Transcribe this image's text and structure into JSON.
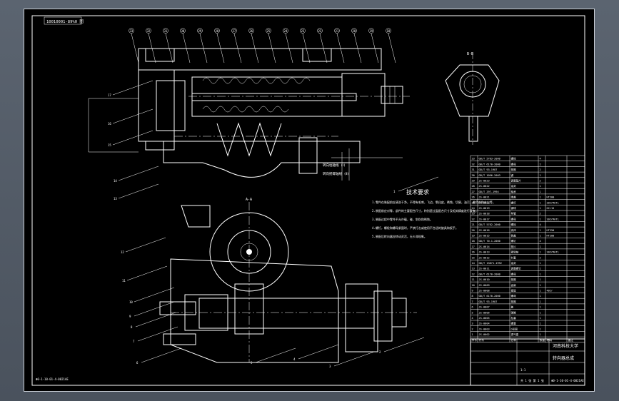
{
  "window": {
    "background_color": "#5b6470",
    "canvas_color": "#000000",
    "line_color": "#ffffff",
    "accent_color": "#ffffff"
  },
  "drawing": {
    "header_code": "10010001-89%0 图",
    "footer_code_left": "Φ0-1-10-01-4-0021AE",
    "footer_code_right": "Φ0-1-10-01-4-0021AE",
    "section_label_top": "A-A",
    "section_label_detail": "B-B",
    "dim_labels": [
      "转向柱轴线 (Ⅰ)",
      "转向摇臂轴线 (Ⅱ)"
    ],
    "tech_requirements": {
      "title": "技术要求",
      "items": [
        "1.零件在装配前应清洗干净，不得有毛刺，飞边，氧化皮，锈蚀，切屑，油污，着色剂和灰尘等。",
        "2.装配前应对零，部件的主要配合尺寸，特别是过盈配合尺寸及相关精度进行复查。",
        "3.装配过程中零件不允许磕，碰，划伤和锈蚀。",
        "4.螺钉，螺栓和螺母紧固时，严禁打击或使用不合适的旋具和扳手。",
        "5.装配后转向器应转动灵活，无卡滞现象。"
      ]
    },
    "title_block": {
      "school": "河南科技大学",
      "drawing_name": "转向器总成",
      "drawing_no": "Φ0-1-10-01-4-0021AE",
      "scale": "1:1",
      "sheet": "共 1 张 第 1 张",
      "labels": [
        "标记",
        "处数",
        "分区",
        "更改文件号",
        "签名",
        "年月日",
        "设计",
        "标准化",
        "审核",
        "工艺",
        "批准",
        "阶段标记",
        "重量",
        "比例"
      ]
    },
    "parts_list": {
      "header": [
        "序号",
        "代号",
        "名称",
        "数量",
        "材料",
        "备注"
      ],
      "rows": [
        [
          "33",
          "GB/T 5783-2000",
          "螺栓",
          "4",
          "",
          ""
        ],
        [
          "32",
          "GB/T 6170-2000",
          "螺母",
          "2",
          "",
          ""
        ],
        [
          "31",
          "GB/T 93-1987",
          "垫圈",
          "2",
          "",
          ""
        ],
        [
          "30",
          "GB/T 1096-2003",
          "键",
          "1",
          "",
          ""
        ],
        [
          "29",
          "JS-0023",
          "调整垫片",
          "2",
          "",
          ""
        ],
        [
          "28",
          "JS-0022",
          "油封",
          "1",
          "",
          ""
        ],
        [
          "27",
          "GB/T 297-1994",
          "轴承",
          "1",
          "",
          ""
        ],
        [
          "26",
          "JS-0021",
          "端盖",
          "1",
          "HT200",
          ""
        ],
        [
          "25",
          "JS-0020",
          "螺杆",
          "1",
          "20CrMnTi",
          ""
        ],
        [
          "24",
          "JS-0019",
          "钢球",
          "1",
          "GCr15",
          ""
        ],
        [
          "23",
          "JS-0018",
          "导管",
          "2",
          "",
          ""
        ],
        [
          "22",
          "JS-0017",
          "螺母",
          "1",
          "20CrMnTi",
          ""
        ],
        [
          "21",
          "GB/T 5782-2000",
          "螺栓",
          "4",
          "",
          ""
        ],
        [
          "20",
          "JS-0016",
          "壳体",
          "1",
          "HT250",
          ""
        ],
        [
          "19",
          "JS-0015",
          "侧盖",
          "1",
          "HT200",
          ""
        ],
        [
          "18",
          "GB/T 70.1-2000",
          "螺钉",
          "4",
          "",
          ""
        ],
        [
          "17",
          "JS-0014",
          "垫片",
          "1",
          "",
          ""
        ],
        [
          "16",
          "JS-0013",
          "摇臂轴",
          "1",
          "20CrMnTi",
          ""
        ],
        [
          "15",
          "JS-0012",
          "衬套",
          "2",
          "",
          ""
        ],
        [
          "14",
          "GB/T 13871-1992",
          "油封",
          "1",
          "",
          ""
        ],
        [
          "13",
          "JS-0011",
          "调整螺钉",
          "1",
          "",
          ""
        ],
        [
          "12",
          "GB/T 6170-2000",
          "螺母",
          "1",
          "",
          ""
        ],
        [
          "11",
          "JS-0010",
          "垫圈",
          "1",
          "",
          ""
        ],
        [
          "10",
          "JS-0009",
          "齿扇",
          "1",
          "",
          ""
        ],
        [
          "9",
          "JS-0008",
          "摇臂",
          "1",
          "40Cr",
          ""
        ],
        [
          "8",
          "GB/T 6170-2000",
          "螺母",
          "1",
          "",
          ""
        ],
        [
          "7",
          "GB/T 93-1987",
          "垫圈",
          "1",
          "",
          ""
        ],
        [
          "6",
          "JS-0007",
          "盖",
          "1",
          "",
          ""
        ],
        [
          "5",
          "JS-0006",
          "弹簧",
          "1",
          "",
          ""
        ],
        [
          "4",
          "JS-0005",
          "柱塞",
          "1",
          "",
          ""
        ],
        [
          "3",
          "JS-0004",
          "螺塞",
          "1",
          "",
          ""
        ],
        [
          "2",
          "JS-0003",
          "O形圈",
          "1",
          "",
          ""
        ],
        [
          "1",
          "JS-0002",
          "透气塞",
          "1",
          "",
          ""
        ]
      ]
    },
    "leader_numbers_top": [
      "33",
      "32",
      "31",
      "30",
      "29",
      "28",
      "27",
      "26",
      "25",
      "24",
      "23",
      "22",
      "21",
      "20",
      "19",
      "18"
    ],
    "leader_numbers_left": [
      "17",
      "16",
      "15",
      "14",
      "13",
      "12",
      "11",
      "10",
      "9",
      "8",
      "7",
      "6",
      "5",
      "4",
      "3",
      "2",
      "1"
    ]
  }
}
